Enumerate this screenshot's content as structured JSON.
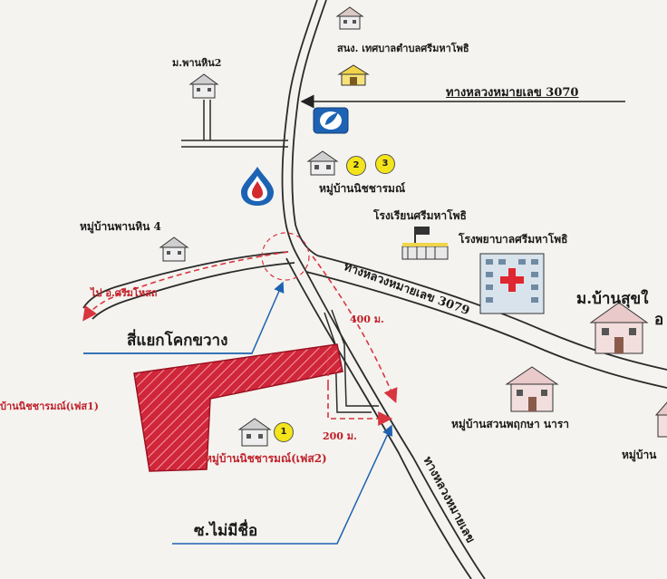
{
  "labels": {
    "office": "สนง. เทศบาลตำบลศรีมหาโพธิ",
    "road_3070": "ทางหลวงหมายเลข 3070",
    "moo_phanhin2": "ม.พานหิน2",
    "village_nitcharom": "หมู่บ้านนิชชารมณ์",
    "village_phanhin4": "หมู่บ้านพานหิน 4",
    "school": "โรงเรียนศรีมหาโพธิ",
    "hospital": "โรงพยาบาลศรีมหาโพธิ",
    "moo_bansuk": "ม.บ้านสุขใ",
    "moo_bansuk_tail": "อ",
    "to_srimahaphot": "ไป อ.ศรีมโหสถ",
    "road_3079": "ทางหลวงหมายเลข 3079",
    "dist_400": "400 ม.",
    "intersection": "สี่แยกโคกขวาง",
    "phase1": "บ้านนิชชารมณ์(เฟส1)",
    "phase2": "หมู่บ้านนิชชารมณ์(เฟส2)",
    "dist_200": "200 ม.",
    "village_suanphrueksa": "หมู่บ้านสวนพฤกษา นารา",
    "village_right": "หมู่บ้าน",
    "soi_noname": "ซ.ไม่มีชื่อ",
    "road_bottom": "ทางหลวงหมายเลข"
  },
  "badges": {
    "b2": "2",
    "b3": "3",
    "b1": "1"
  },
  "colors": {
    "phase1_fill": "#d0263a",
    "leader_blue": "#1e62b0",
    "dashed_red": "#d8353f",
    "badge_yellow": "#f4e41a",
    "road_line": "#2b2b2b",
    "ptt_blue": "#1d63b4",
    "ptt_red": "#d32a2f",
    "hospital_cross": "#e0262f"
  },
  "icons": [
    "house-icon",
    "gas-station-icon",
    "ptt-logo-icon",
    "school-icon",
    "hospital-icon"
  ]
}
